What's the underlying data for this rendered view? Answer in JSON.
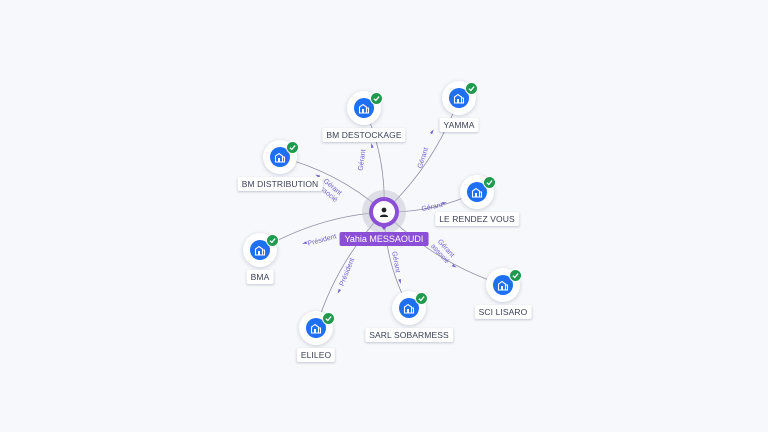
{
  "center": {
    "name": "Yahia MESSAOUDI",
    "icon": "person-icon",
    "accent": "#8a4fd6"
  },
  "companies": [
    {
      "id": "bm-destockage",
      "name": "BM DESTOCKAGE",
      "role": "Gérant",
      "verified": true
    },
    {
      "id": "yamma",
      "name": "YAMMA",
      "role": "Gérant",
      "verified": true
    },
    {
      "id": "bm-distribution",
      "name": "BM DISTRIBUTION",
      "role": "Gérant associé",
      "verified": true
    },
    {
      "id": "le-rendez-vous",
      "name": "LE RENDEZ VOUS",
      "role": "Gérant",
      "verified": true
    },
    {
      "id": "bma",
      "name": "BMA",
      "role": "Président",
      "verified": true
    },
    {
      "id": "sci-lisaro",
      "name": "SCI LISARO",
      "role": "Gérant associé",
      "verified": true
    },
    {
      "id": "elileo",
      "name": "ELILEO",
      "role": "Président",
      "verified": true
    },
    {
      "id": "sarl-sobarmess",
      "name": "SARL SOBARMESS",
      "role": "Gérant",
      "verified": true
    }
  ],
  "colors": {
    "company": "#1e6ff2",
    "verified": "#1f9a4f",
    "edge_label": "#6f5fd0",
    "edge": "#8d8fa3"
  }
}
